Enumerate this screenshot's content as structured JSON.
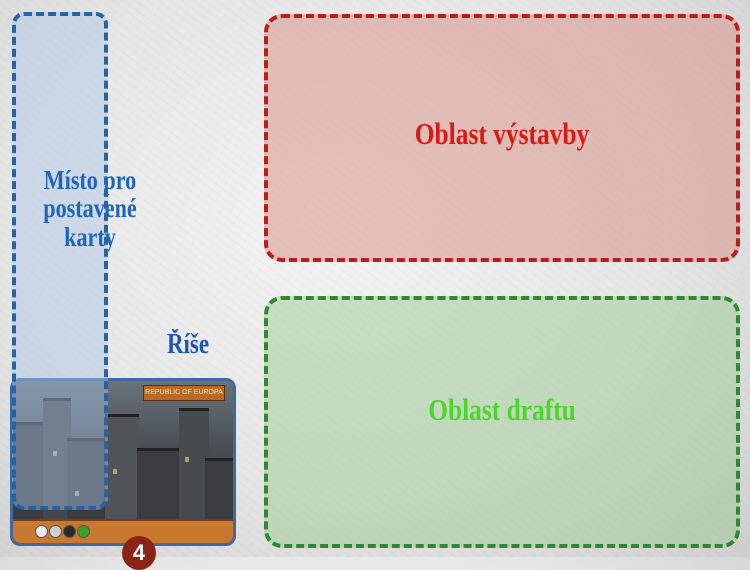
{
  "zones": {
    "build_area": {
      "label": "Oblast výstavby",
      "color": "#d61a14"
    },
    "draft_area": {
      "label": "Oblast draftu",
      "color": "#4cd62a"
    },
    "played_cards": {
      "label": "Místo pro postavené karty",
      "color": "#1f66b8"
    },
    "empire": {
      "label": "Říše",
      "color": "#1f55b0"
    }
  },
  "empire_card": {
    "banner": "REPUBLIC OF EUROPA",
    "victory_points": "4",
    "resource_colors": [
      "#e8e8e8",
      "#cfcfcf",
      "#2a2a2a",
      "#3aa02a"
    ]
  }
}
